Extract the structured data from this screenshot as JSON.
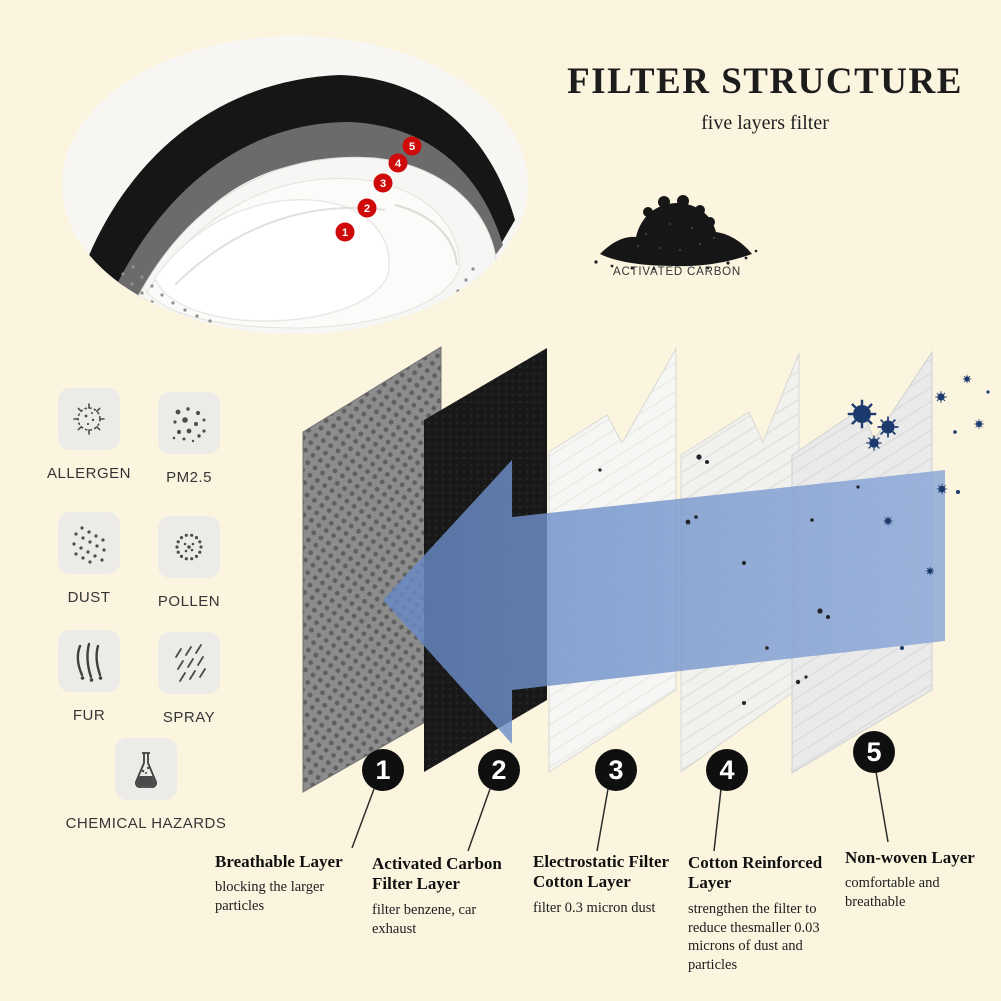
{
  "background": "#fbf5e0",
  "header": {
    "title": "FILTER STRUCTURE",
    "subtitle": "five layers filter"
  },
  "carbon": {
    "label": "ACTIVATED CARBON"
  },
  "mask_photo": {
    "markers": [
      "1",
      "2",
      "3",
      "4",
      "5"
    ],
    "marker_color": "#cf0a0a"
  },
  "hazards": {
    "items": [
      {
        "label": "ALLERGEN",
        "icon": "allergen-virus-icon"
      },
      {
        "label": "PM2.5",
        "icon": "pm25-particles-icon"
      },
      {
        "label": "DUST",
        "icon": "dust-particles-icon"
      },
      {
        "label": "POLLEN",
        "icon": "pollen-icon"
      },
      {
        "label": "FUR",
        "icon": "fur-strands-icon"
      },
      {
        "label": "SPRAY",
        "icon": "spray-lines-icon"
      },
      {
        "label": "CHEMICAL HAZARDS",
        "icon": "chemical-flask-icon"
      }
    ]
  },
  "filter_layers": [
    {
      "number": "1",
      "title": "Breathable Layer",
      "description": "blocking the larger particles"
    },
    {
      "number": "2",
      "title": "Activated Carbon Filter Layer",
      "description": "filter benzene, car exhaust"
    },
    {
      "number": "3",
      "title": "Electrostatic Filter Cotton Layer",
      "description": "filter 0.3 micron dust"
    },
    {
      "number": "4",
      "title": "Cotton Reinforced Layer",
      "description": "strengthen the filter to reduce thesmaller 0.03 microns of dust and particles"
    },
    {
      "number": "5",
      "title": "Non-woven Layer",
      "description": "comfortable and breathable"
    }
  ],
  "colors": {
    "arrow_blue": "#6c8fc9",
    "layer_marker_black": "#0f0f0f",
    "badge_red": "#cf0a0a",
    "virus_navy": "#1c3a6e"
  }
}
